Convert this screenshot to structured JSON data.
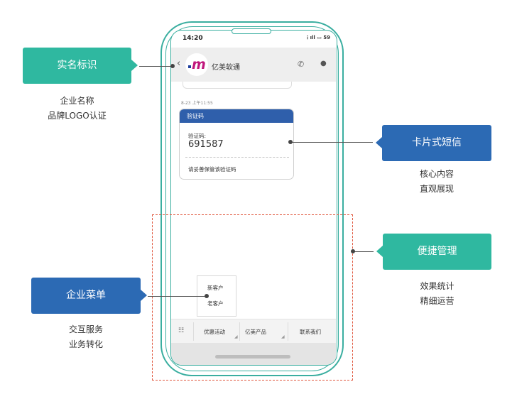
{
  "phone": {
    "time": "14:20",
    "signal": "⋮ıll ▭ 59",
    "back_glyph": "‹",
    "logo_letter": "m",
    "brand_name": "亿美软通",
    "timestamp": "8-23 上午11:55",
    "card": {
      "header": "验证码",
      "label": "验证码:",
      "code": "691587",
      "note": "请妥善保管该验证码"
    },
    "popup_items": [
      "新客户",
      "老客户"
    ],
    "menu_items": [
      "优惠活动",
      "亿美产品",
      "联系我们"
    ]
  },
  "callouts": {
    "real_name": {
      "tag": "实名标识",
      "lines": [
        "企业名称",
        "品牌LOGO认证"
      ]
    },
    "card_sms": {
      "tag": "卡片式短信",
      "lines": [
        "核心内容",
        "直观展现"
      ]
    },
    "convenient": {
      "tag": "便捷管理",
      "lines": [
        "效果统计",
        "精细运营"
      ]
    },
    "menu": {
      "tag": "企业菜单",
      "lines": [
        "交互服务",
        "业务转化"
      ]
    }
  },
  "colors": {
    "teal": "#2fb8a0",
    "blue": "#2c6ab4",
    "phone_outline": "#3aaea0",
    "card_header": "#2f5fab",
    "logo_m": "#c0177c",
    "dash_box": "#e0573e"
  },
  "icons": [
    "back-icon",
    "phone-icon",
    "user-icon",
    "keyboard-icon",
    "brand-logo"
  ]
}
